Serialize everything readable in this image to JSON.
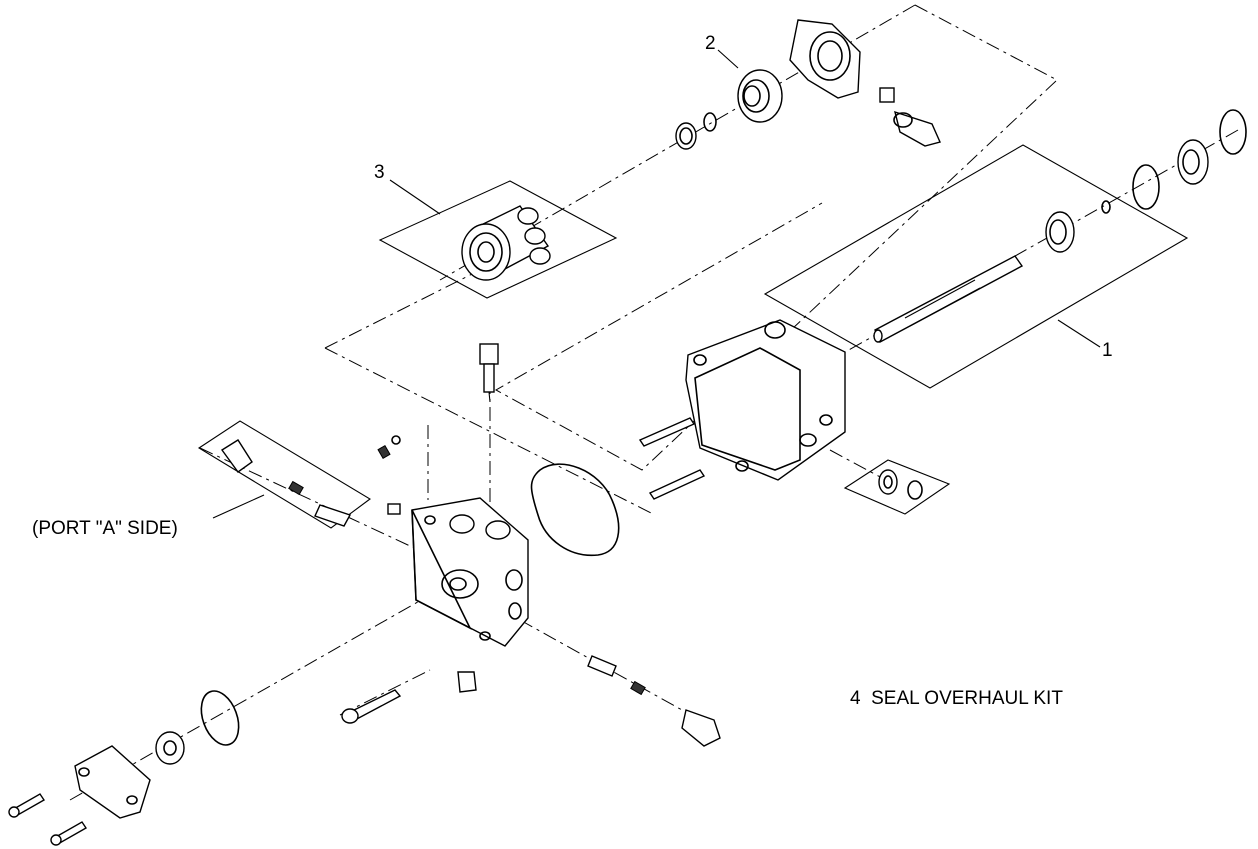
{
  "callouts": {
    "item1": "1",
    "item2": "2",
    "item3": "3",
    "port_a": "(PORT \"A\" SIDE)",
    "seal_kit": "4  SEAL OVERHAUL KIT"
  }
}
